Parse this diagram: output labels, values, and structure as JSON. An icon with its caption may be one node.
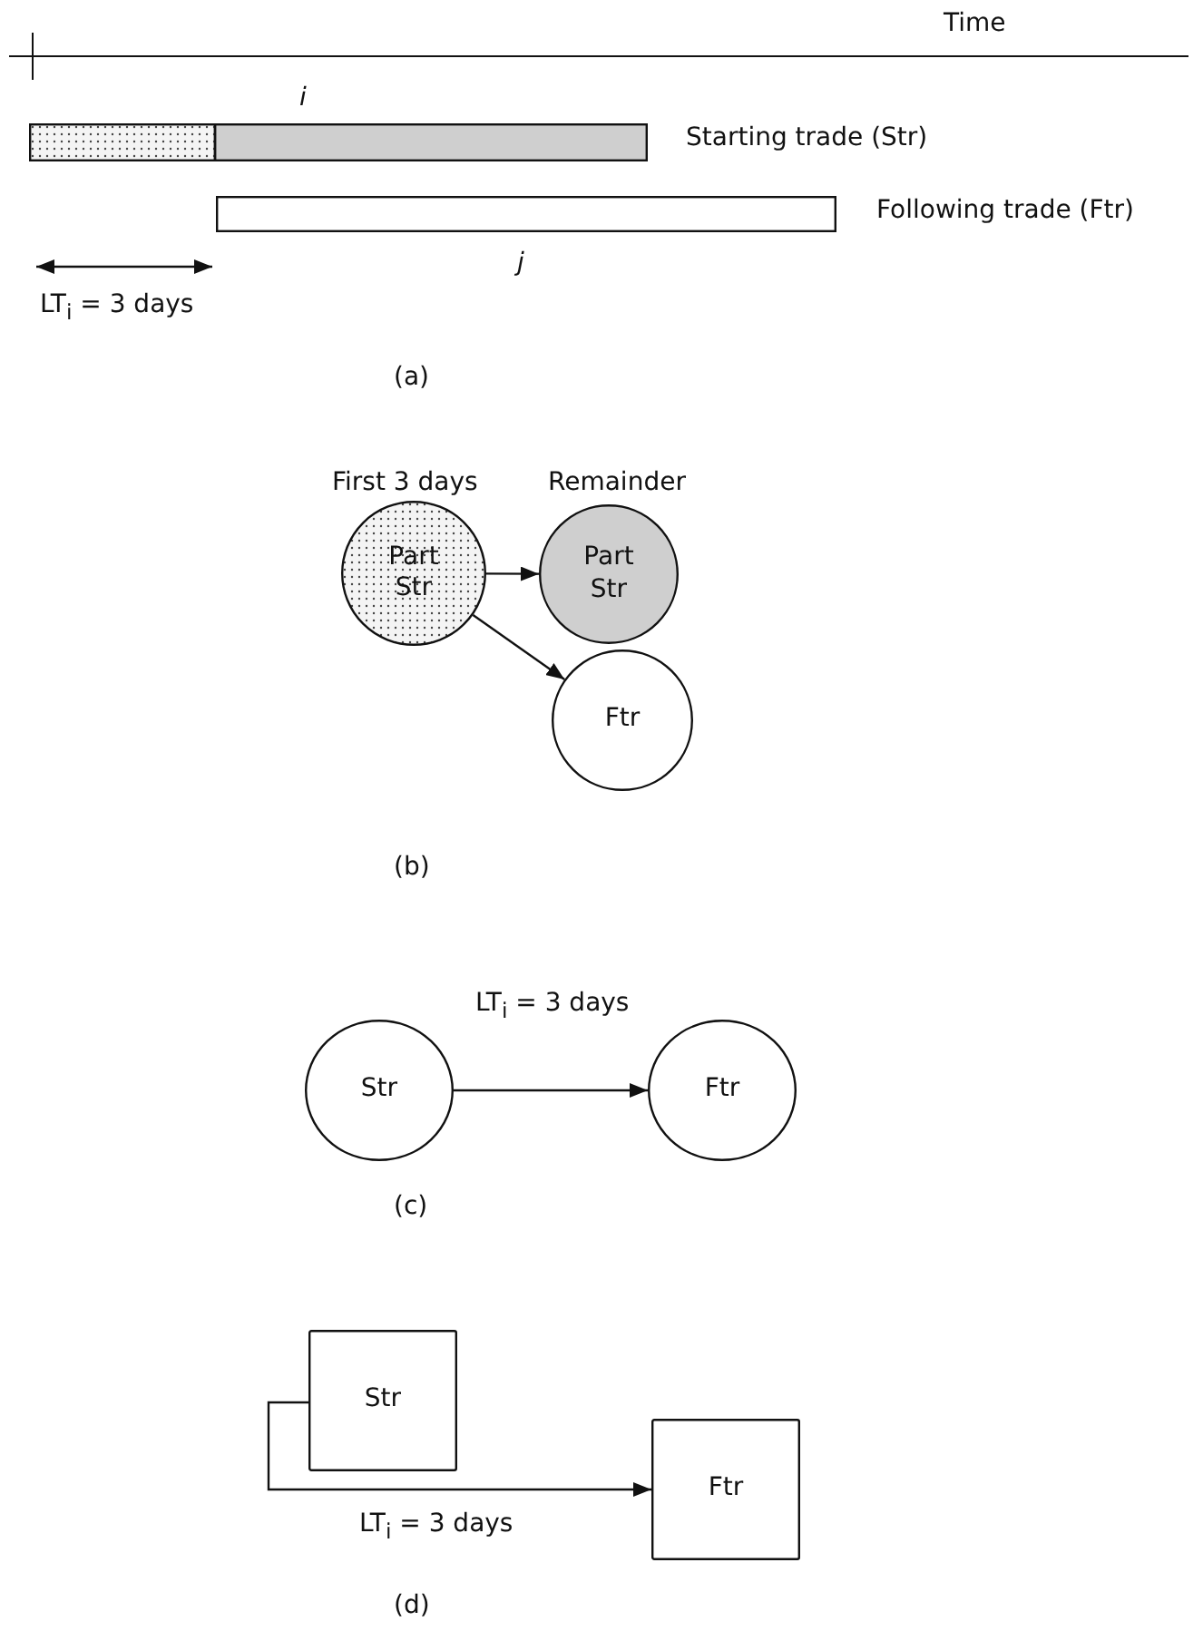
{
  "diagram": {
    "nodes": [
      {
        "text": [],
        "shape": "bar"
      },
      {
        "text": [],
        "shape": "bar",
        "beside": [
          "i",
          "Starting trade (Str)"
        ]
      },
      {
        "text": [],
        "shape": "bar",
        "beside": [
          "Following trade (Ftr)",
          "j"
        ]
      },
      {
        "text": [
          "Part Str"
        ],
        "beside": [
          "First 3 days"
        ]
      },
      {
        "text": [
          "Part Str"
        ],
        "beside": [
          "Remainder"
        ]
      },
      {
        "text": [
          "Ftr"
        ]
      },
      {
        "text": [
          "Str"
        ]
      },
      {
        "text": [
          "Ftr"
        ]
      },
      {
        "text": [
          "Str"
        ]
      },
      {
        "text": [
          "Ftr"
        ]
      }
    ],
    "edges": [
      {
        "from": 3,
        "to": 4,
        "arrow": "to"
      },
      {
        "from": 3,
        "to": 5,
        "arrow": "to"
      },
      {
        "from": 6,
        "to": 7,
        "arrow": "to",
        "label": "LT$_{i}$ = 3 days"
      },
      {
        "from": 8,
        "to": 9,
        "arrow": "to",
        "label": "LT$_{i}$ = 3 days"
      }
    ],
    "labels": [
      "Time",
      "LT$_{i}$ = 3 days",
      "(a)",
      "(b)",
      "(c)",
      "(d)"
    ]
  }
}
